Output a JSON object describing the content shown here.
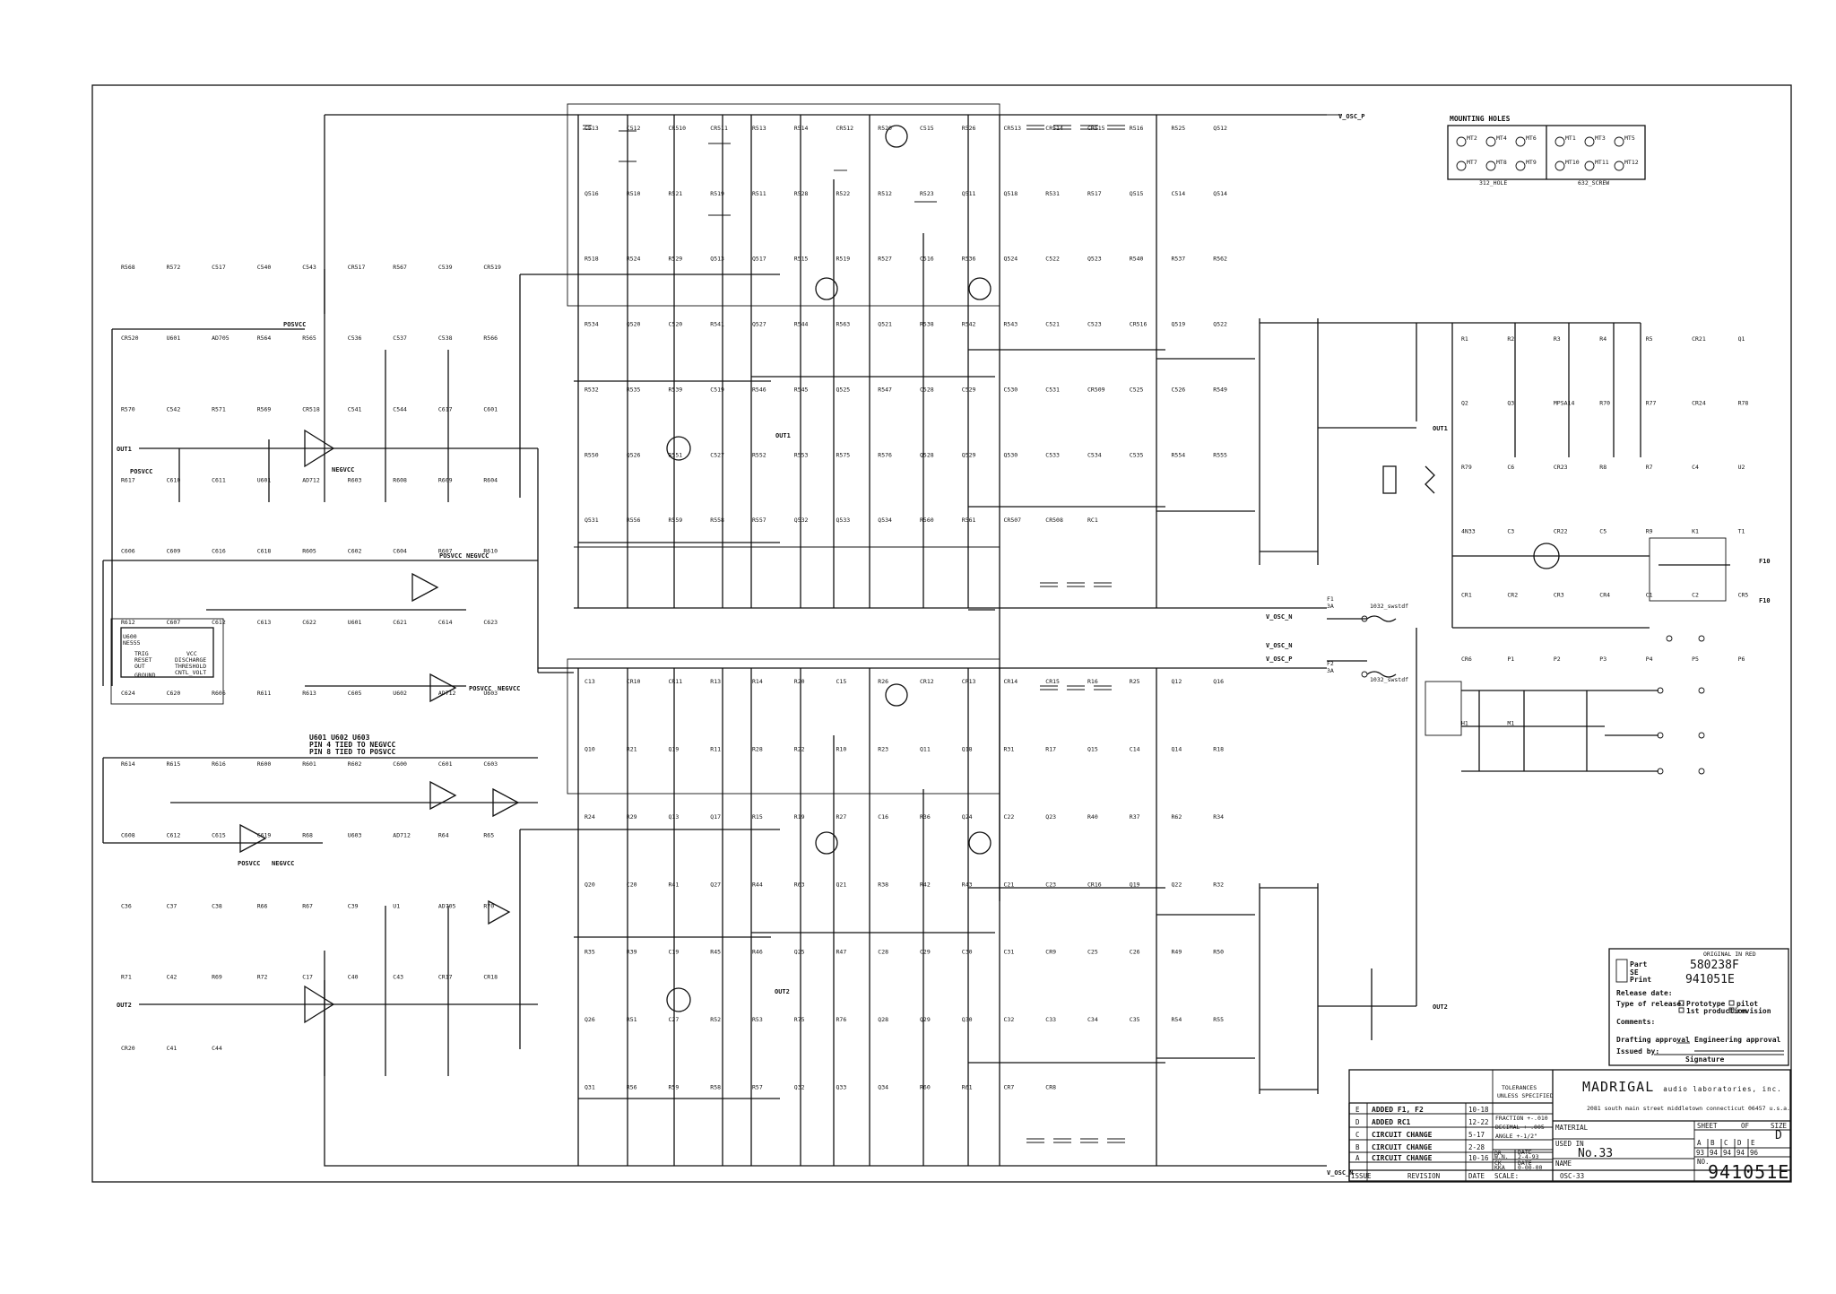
{
  "nets": {
    "v_osc_p": "V_OSC_P",
    "v_osc_n": "V_OSC_N",
    "out1": "OUT1",
    "out2": "OUT2",
    "posvcc": "POSVCC",
    "negvcc": "NEGVCC",
    "f10": "F10"
  },
  "mounting": {
    "title": "MOUNTING HOLES",
    "holes_top": [
      "MT2",
      "MT4",
      "MT6",
      "MT1",
      "MT3",
      "MT5"
    ],
    "holes_bottom": [
      "MT7",
      "MT8",
      "MT9",
      "MT10",
      "MT11",
      "MT12"
    ],
    "left_caption": "312_HOLE",
    "right_caption": "632_SCREW"
  },
  "timer": {
    "ref": "U600",
    "part": "NE555",
    "pins": [
      "TRIG",
      "RESET",
      "OUT",
      "GROUND",
      "VCC",
      "DISCHARGE",
      "THRESHOLD",
      "CNTL_VOLT"
    ]
  },
  "note": {
    "lines": [
      "U601 U602 U603",
      "PIN 4 TIED TO NEGVCC",
      "PIN 8 TIED TO POSVCC"
    ]
  },
  "fuses": [
    {
      "ref": "F1",
      "rating": "3A",
      "clip": "1032_swstdf"
    },
    {
      "ref": "F2",
      "rating": "3A",
      "clip": "1032_swstdf"
    }
  ],
  "labels": {
    "top_channel": [
      "C513",
      "C512",
      "CR510",
      "CR511",
      "R513",
      "R514",
      "CR512",
      "R520",
      "C515",
      "R526",
      "CR513",
      "CR514",
      "CR515",
      "R516",
      "R525",
      "Q512",
      "Q516",
      "R510",
      "R521",
      "R519",
      "R511",
      "R528",
      "R522",
      "R512",
      "R523",
      "Q511",
      "Q518",
      "R531",
      "R517",
      "Q515",
      "C514",
      "Q514",
      "R518",
      "R524",
      "R529",
      "Q513",
      "Q517",
      "R515",
      "R519",
      "R527",
      "C516",
      "R536",
      "Q524",
      "C522",
      "Q523",
      "R540",
      "R537",
      "R562",
      "R534",
      "Q520",
      "C520",
      "R541",
      "Q527",
      "R544",
      "R563",
      "Q521",
      "R538",
      "R542",
      "R543",
      "C521",
      "C523",
      "CR516",
      "Q519",
      "Q522",
      "R532",
      "R535",
      "R539",
      "C519",
      "R546",
      "R545",
      "Q525",
      "R547",
      "C528",
      "C529",
      "C530",
      "C531",
      "CR509",
      "C525",
      "C526",
      "R549",
      "R550",
      "Q526",
      "R551",
      "C527",
      "R552",
      "R553",
      "R575",
      "R576",
      "Q528",
      "Q529",
      "Q530",
      "C533",
      "C534",
      "C535",
      "R554",
      "R555",
      "Q531",
      "R556",
      "R559",
      "R558",
      "R557",
      "Q532",
      "Q533",
      "Q534",
      "R560",
      "R561",
      "CR507",
      "CR508",
      "RC1"
    ],
    "bottom_channel": [
      "C13",
      "CR10",
      "CR11",
      "R13",
      "R14",
      "R20",
      "C15",
      "R26",
      "CR12",
      "CR13",
      "CR14",
      "CR15",
      "R16",
      "R25",
      "Q12",
      "Q16",
      "Q10",
      "R21",
      "Q19",
      "R11",
      "R28",
      "R22",
      "R10",
      "R23",
      "Q11",
      "Q18",
      "R31",
      "R17",
      "Q15",
      "C14",
      "Q14",
      "R18",
      "R24",
      "R29",
      "Q13",
      "Q17",
      "R15",
      "R19",
      "R27",
      "C16",
      "R36",
      "Q24",
      "C22",
      "Q23",
      "R40",
      "R37",
      "R62",
      "R34",
      "Q20",
      "C20",
      "R41",
      "Q27",
      "R44",
      "R63",
      "Q21",
      "R38",
      "R42",
      "R43",
      "C21",
      "C23",
      "CR16",
      "Q19",
      "Q22",
      "R32",
      "R35",
      "R39",
      "C19",
      "R45",
      "R46",
      "Q25",
      "R47",
      "C28",
      "C29",
      "C30",
      "C31",
      "CR9",
      "C25",
      "C26",
      "R49",
      "R50",
      "Q26",
      "R51",
      "C27",
      "R52",
      "R53",
      "R75",
      "R76",
      "Q28",
      "Q29",
      "Q30",
      "C32",
      "C33",
      "C34",
      "C35",
      "R54",
      "R55",
      "Q31",
      "R56",
      "R59",
      "R58",
      "R57",
      "Q32",
      "Q33",
      "Q34",
      "R60",
      "R61",
      "CR7",
      "CR8"
    ],
    "input_section": [
      "R568",
      "R572",
      "C517",
      "C540",
      "C543",
      "CR517",
      "R567",
      "C539",
      "CR519",
      "CR520",
      "U601",
      "AD705",
      "R564",
      "R565",
      "C536",
      "C537",
      "C538",
      "R566",
      "R570",
      "C542",
      "R571",
      "R569",
      "CR518",
      "C541",
      "C544",
      "C617",
      "C601",
      "R617",
      "C610",
      "C611",
      "U601",
      "AD712",
      "R603",
      "R608",
      "R609",
      "R604",
      "C606",
      "C609",
      "C616",
      "C618",
      "R605",
      "C602",
      "C604",
      "R607",
      "R610",
      "R612",
      "C607",
      "C612",
      "C613",
      "C622",
      "U601",
      "C621",
      "C614",
      "C623",
      "C624",
      "C620",
      "R606",
      "R611",
      "R613",
      "C605",
      "U602",
      "AD712",
      "U603",
      "R614",
      "R615",
      "R616",
      "R600",
      "R601",
      "R602",
      "C600",
      "C601",
      "C603",
      "C608",
      "C612",
      "C615",
      "C619",
      "R68",
      "U603",
      "AD712",
      "R64",
      "R65",
      "C36",
      "C37",
      "C38",
      "R66",
      "R67",
      "C39",
      "U1",
      "AD705",
      "R70",
      "R71",
      "C42",
      "R69",
      "R72",
      "C17",
      "C40",
      "C43",
      "CR17",
      "CR18",
      "CR20",
      "C41",
      "C44"
    ],
    "right_section": [
      "R1",
      "R2",
      "R3",
      "R4",
      "R5",
      "CR21",
      "Q1",
      "Q2",
      "Q3",
      "MPSA14",
      "R70",
      "R77",
      "CR24",
      "R78",
      "R79",
      "C6",
      "CR23",
      "R8",
      "R7",
      "C4",
      "U2",
      "4N33",
      "C3",
      "CR22",
      "C5",
      "R9",
      "K1",
      "T1",
      "CR1",
      "CR2",
      "CR3",
      "CR4",
      "C1",
      "C2",
      "CR5",
      "CR6",
      "P1",
      "P2",
      "P3",
      "P4",
      "P5",
      "P6",
      "H1",
      "M1"
    ]
  },
  "title_block": {
    "company_name": "MADRIGAL",
    "company_rest": "audio laboratories, inc.",
    "address": "2081 south main street middletown connecticut 06457 u.s.a.",
    "tolerances": [
      "TOLERANCES",
      "UNLESS SPECIFIED",
      "FRACTION +-.010",
      "DECIMAL +-.005",
      "ANGLE +-1/2\""
    ],
    "revisions": [
      {
        "issue": "E",
        "revision": "ADDED F1, F2",
        "date": "10-18"
      },
      {
        "issue": "D",
        "revision": "ADDED RC1",
        "date": "12-22"
      },
      {
        "issue": "C",
        "revision": "CIRCUIT CHANGE",
        "date": "5-17"
      },
      {
        "issue": "B",
        "revision": "CIRCUIT CHANGE",
        "date": "2-28"
      },
      {
        "issue": "A",
        "revision": "CIRCUIT CHANGE",
        "date": "10-16"
      }
    ],
    "col_issue": "ISSUE",
    "col_revision": "REVISION",
    "col_date": "DATE",
    "dr_label": "DR",
    "dr_value": "W.N.",
    "ck_label": "CK",
    "ck_value": "KKA",
    "dt1_label": "DATE",
    "dt1_value": "2-4-93",
    "dt2_label": "DATE",
    "dt2_value": "0-00-00",
    "scale_label": "SCALE:",
    "material_label": "MATERIAL",
    "used_in_label": "USED IN",
    "used_in_value": "No.33",
    "name_label": "NAME",
    "name_value": "OSC-33",
    "sheet_label": "SHEET",
    "of_label": "OF",
    "size_label": "SIZE",
    "size_value": "D",
    "grid_letters": [
      "A",
      "B",
      "C",
      "D",
      "E"
    ],
    "grid_years": [
      "93",
      "94",
      "94",
      "94",
      "96"
    ],
    "no_label": "NO.",
    "drawing_no": "941051E"
  },
  "release_box": {
    "heading": "ORIGINAL IN RED",
    "part_label": "Part",
    "part_value": "580238F",
    "pcb_label": "SE",
    "pcb_value": "941051E",
    "print_label": "Print",
    "release_date": "Release date:",
    "type_label": "Type of release:",
    "opt_prototype": "Prototype",
    "opt_pilot": "pilot",
    "opt_first": "1st production",
    "opt_revision": "revision",
    "comments": "Comments:",
    "drafting": "Drafting approval",
    "engineering": "Engineering approval",
    "issued_by": "Issued by:",
    "signature": "Signature"
  }
}
